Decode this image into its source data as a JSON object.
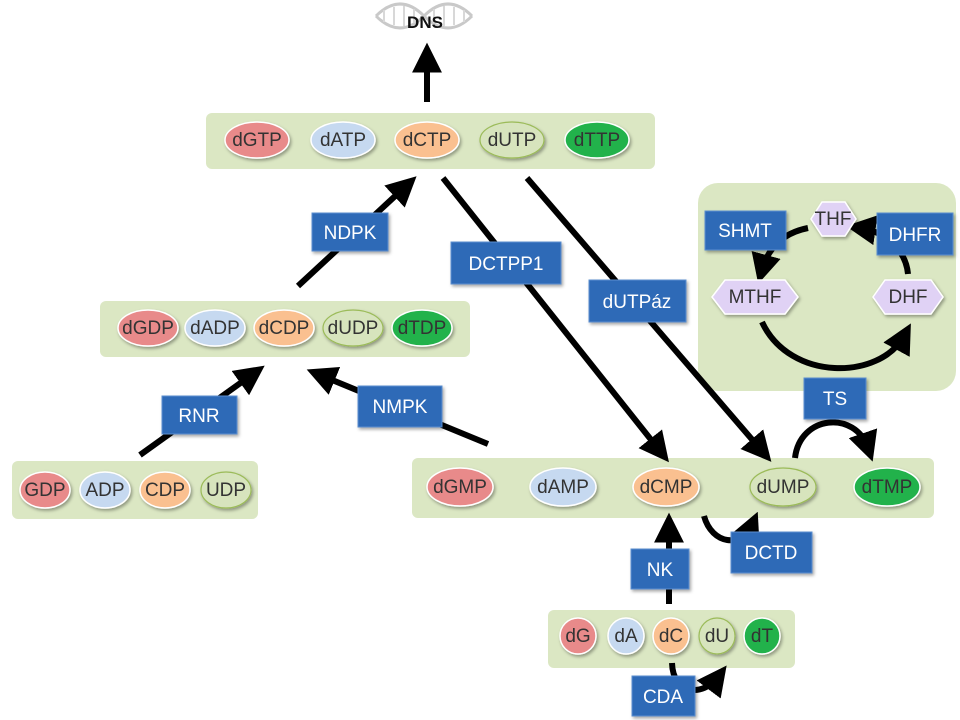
{
  "dna_label": "DNS",
  "colors": {
    "panel": "#d7e4bd",
    "G": "#e88a8a",
    "A": "#c6d9f0",
    "C": "#fac090",
    "U": "#d7e4bd",
    "T": "#22b24c",
    "enzyme": "#2e6bb7",
    "hexagon": "#e0d2f5",
    "arrow": "#000000"
  },
  "rows": {
    "dntp": [
      "dGTP",
      "dATP",
      "dCTP",
      "dUTP",
      "dTTP"
    ],
    "dndp": [
      "dGDP",
      "dADP",
      "dCDP",
      "dUDP",
      "dTDP"
    ],
    "ndp": [
      "GDP",
      "ADP",
      "CDP",
      "UDP"
    ],
    "dnmp": [
      "dGMP",
      "dAMP",
      "dCMP",
      "dUMP",
      "dTMP"
    ],
    "nucleosides": [
      "dG",
      "dA",
      "dC",
      "dU",
      "dT"
    ]
  },
  "folate_cycle": [
    "THF",
    "MTHF",
    "DHF"
  ],
  "enzymes": {
    "ndpk": "NDPK",
    "rnr": "RNR",
    "nmpk": "NMPK",
    "dctpp1": "DCTPP1",
    "dutpase": "dUTPáz",
    "shmt": "SHMT",
    "dhfr": "DHFR",
    "ts": "TS",
    "dctd": "DCTD",
    "nk": "NK",
    "cda": "CDA"
  }
}
